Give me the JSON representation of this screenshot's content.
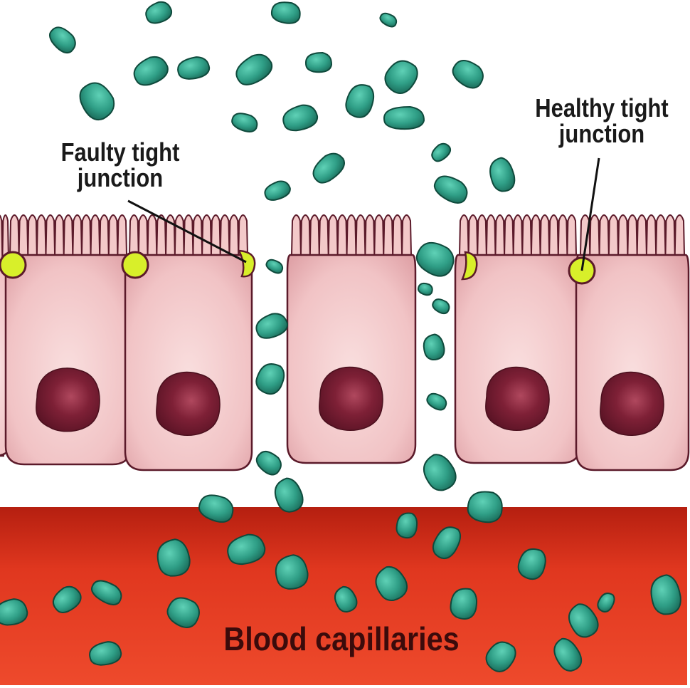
{
  "labels": {
    "faulty_junction": [
      "Faulty tight",
      "junction"
    ],
    "healthy_junction": [
      "Healthy tight",
      "junction"
    ],
    "blood": "Blood capillaries"
  },
  "colors": {
    "cell_fill": "#f3c9c9",
    "cell_stroke": "#5b1a2a",
    "nucleus": "#7a1f33",
    "particle": "#2f9e86",
    "particle_stroke": "#0f4a3c",
    "junction": "#d8ef2a",
    "blood": "#d9321c"
  },
  "icons": [
    "epithelial-cell",
    "nucleus",
    "microvilli",
    "tight-junction",
    "particle",
    "blood-capillary"
  ]
}
